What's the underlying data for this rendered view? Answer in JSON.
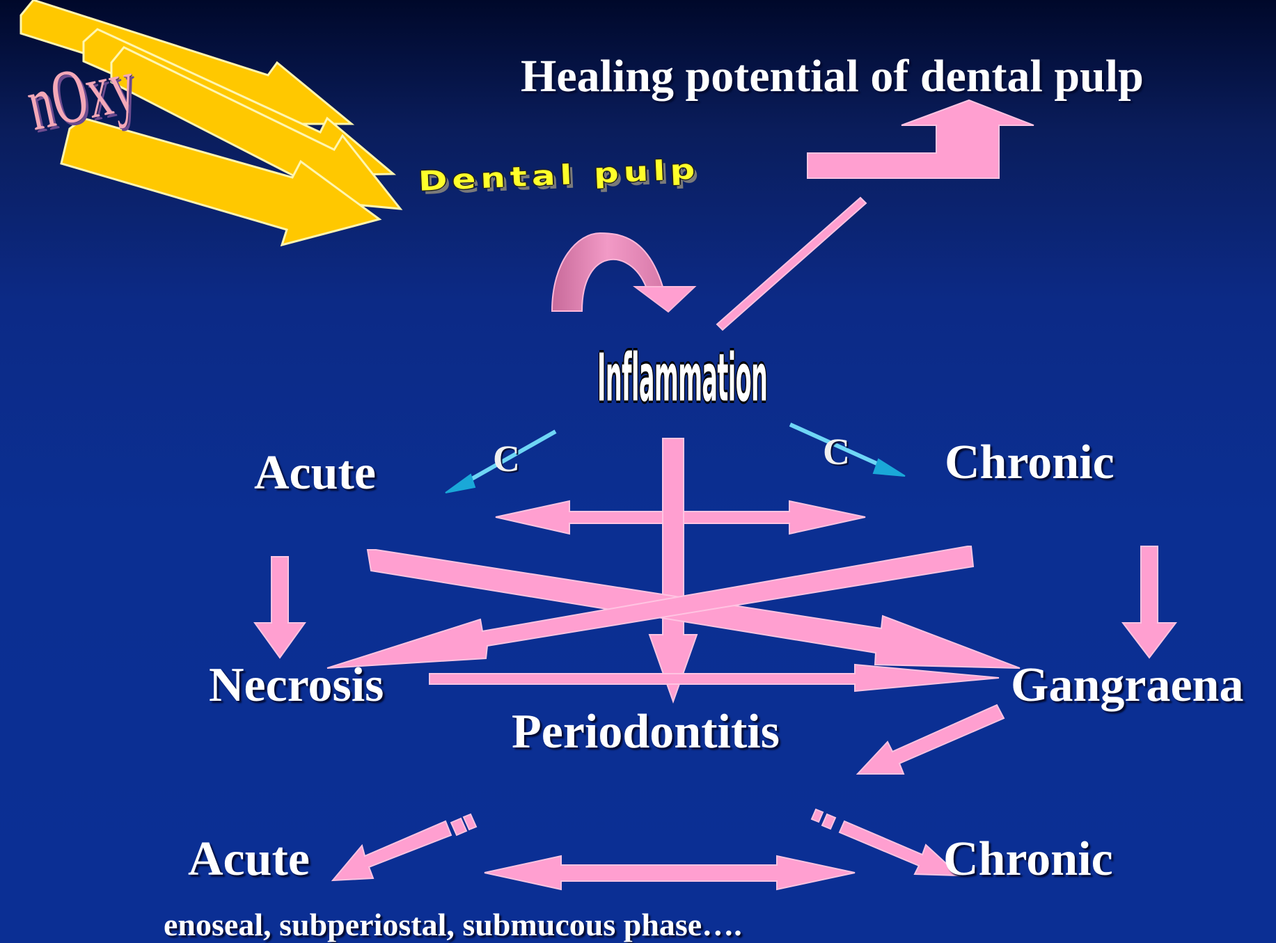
{
  "diagram": {
    "title": "Healing potential of dental pulp",
    "logo_word": "nOxy",
    "dental_pulp_label": "Dental pulp",
    "inflammation_label": "Inflammation",
    "c_label_left": "C",
    "c_label_right": "C",
    "nodes": {
      "acute": "Acute",
      "chronic": "Chronic",
      "necrosis": "Necrosis",
      "gangraena": "Gangraena",
      "periodontitis": "Periodontitis",
      "acute_periodontitis": "Acute",
      "chronic_periodontitis": "Chronic"
    },
    "footnote": "enoseal, subperiostal, submucous phase…."
  },
  "colors": {
    "background": "#0b2f92",
    "arrow_pink": "#ff9fd0",
    "noxa_arrow_yellow": "#ffc800",
    "connector_cyan": "#1aa8d8",
    "text": "#ffffff"
  }
}
